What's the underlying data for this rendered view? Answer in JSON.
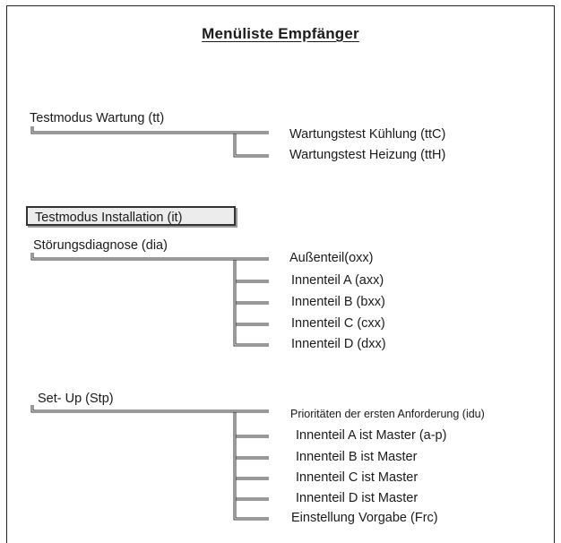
{
  "title": "Menüliste Empfänger",
  "sections": [
    {
      "label": "Testmodus Wartung (tt)",
      "items": [
        "Wartungstest Kühlung (ttC)",
        "Wartungstest Heizung (ttH)"
      ]
    },
    {
      "label": "Testmodus Installation (it)",
      "items": []
    },
    {
      "label": "Störungsdiagnose (dia)",
      "items": [
        "Außenteil(oxx)",
        "Innenteil A (axx)",
        "Innenteil B (bxx)",
        "Innenteil C (cxx)",
        "Innenteil D (dxx)"
      ]
    },
    {
      "label": "Set- Up (Stp)",
      "items": [
        "Prioritäten der ersten Anforderung (idu)",
        "Innenteil A ist Master (a-p)",
        "Innenteil B ist Master",
        "Innenteil C ist Master",
        "Innenteil D ist Master",
        "Einstellung Vorgabe (Frc)"
      ]
    }
  ]
}
